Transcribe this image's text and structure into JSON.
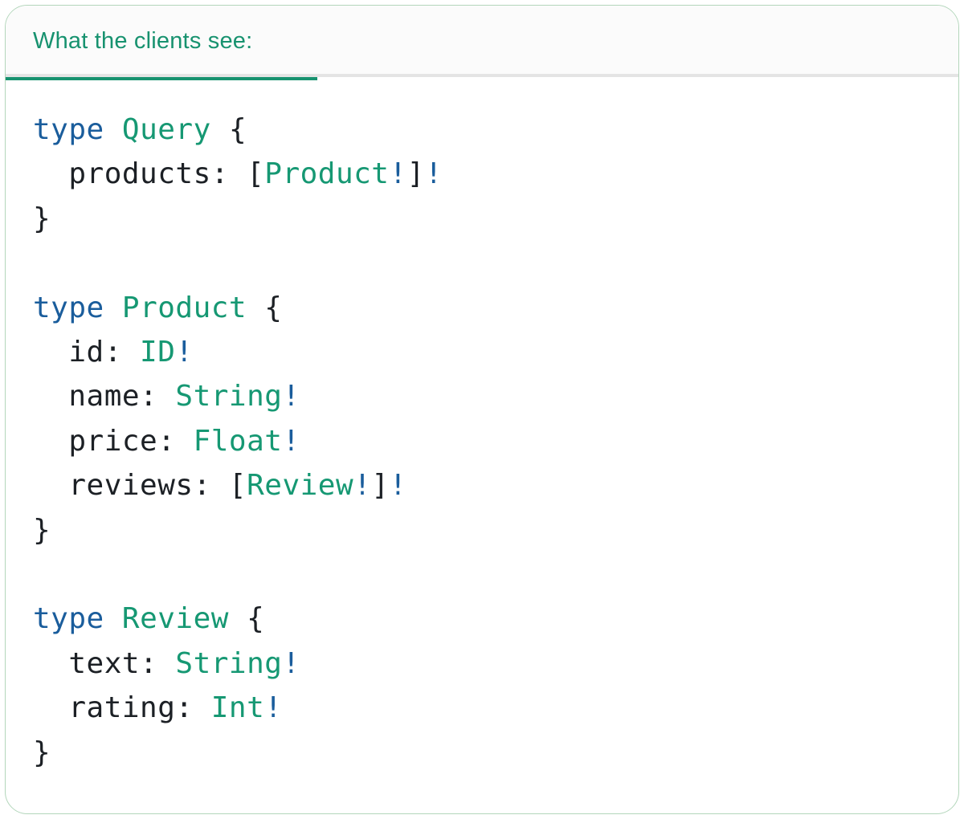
{
  "tab": {
    "label": "What the clients see:"
  },
  "colors": {
    "tab_accent": "#17926F",
    "tab_bg": "#FBFBFB",
    "divider": "#E4E4E4",
    "panel_border": "#B3D6BB",
    "code_plain": "#1C2025",
    "code_keyword": "#1A5D9C",
    "code_type": "#169873",
    "code_bang": "#1A5D9C"
  },
  "code": {
    "language": "graphql",
    "lines": [
      [
        {
          "t": "type",
          "c": "keyword"
        },
        {
          "t": " ",
          "c": "plain"
        },
        {
          "t": "Query",
          "c": "type"
        },
        {
          "t": " {",
          "c": "plain"
        }
      ],
      [
        {
          "t": "  products: [",
          "c": "plain"
        },
        {
          "t": "Product",
          "c": "type"
        },
        {
          "t": "!",
          "c": "bang"
        },
        {
          "t": "]",
          "c": "plain"
        },
        {
          "t": "!",
          "c": "bang"
        }
      ],
      [
        {
          "t": "}",
          "c": "plain"
        }
      ],
      [],
      [
        {
          "t": "type",
          "c": "keyword"
        },
        {
          "t": " ",
          "c": "plain"
        },
        {
          "t": "Product",
          "c": "type"
        },
        {
          "t": " {",
          "c": "plain"
        }
      ],
      [
        {
          "t": "  id: ",
          "c": "plain"
        },
        {
          "t": "ID",
          "c": "type"
        },
        {
          "t": "!",
          "c": "bang"
        }
      ],
      [
        {
          "t": "  name: ",
          "c": "plain"
        },
        {
          "t": "String",
          "c": "type"
        },
        {
          "t": "!",
          "c": "bang"
        }
      ],
      [
        {
          "t": "  price: ",
          "c": "plain"
        },
        {
          "t": "Float",
          "c": "type"
        },
        {
          "t": "!",
          "c": "bang"
        }
      ],
      [
        {
          "t": "  reviews: [",
          "c": "plain"
        },
        {
          "t": "Review",
          "c": "type"
        },
        {
          "t": "!",
          "c": "bang"
        },
        {
          "t": "]",
          "c": "plain"
        },
        {
          "t": "!",
          "c": "bang"
        }
      ],
      [
        {
          "t": "}",
          "c": "plain"
        }
      ],
      [],
      [
        {
          "t": "type",
          "c": "keyword"
        },
        {
          "t": " ",
          "c": "plain"
        },
        {
          "t": "Review",
          "c": "type"
        },
        {
          "t": " {",
          "c": "plain"
        }
      ],
      [
        {
          "t": "  text: ",
          "c": "plain"
        },
        {
          "t": "String",
          "c": "type"
        },
        {
          "t": "!",
          "c": "bang"
        }
      ],
      [
        {
          "t": "  rating: ",
          "c": "plain"
        },
        {
          "t": "Int",
          "c": "type"
        },
        {
          "t": "!",
          "c": "bang"
        }
      ],
      [
        {
          "t": "}",
          "c": "plain"
        }
      ]
    ]
  }
}
